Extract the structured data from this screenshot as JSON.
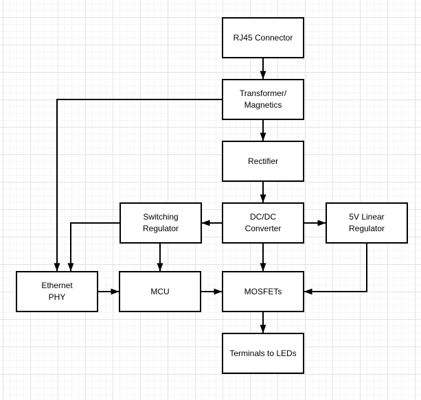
{
  "diagram": {
    "type": "flowchart",
    "blocks": {
      "rj45": {
        "label": "RJ45 Connector"
      },
      "transformer": {
        "label": "Transformer/\nMagnetics"
      },
      "rectifier": {
        "label": "Rectifier"
      },
      "dcdc": {
        "label": "DC/DC\nConverter"
      },
      "switching": {
        "label": "Switching\nRegulator"
      },
      "linear5v": {
        "label": "5V Linear\nRegulator"
      },
      "phy": {
        "label": "Ethernet\nPHY"
      },
      "mcu": {
        "label": "MCU"
      },
      "mosfets": {
        "label": "MOSFETs"
      },
      "terminals": {
        "label": "Terminals to LEDs"
      }
    },
    "edges": [
      {
        "from": "rj45",
        "to": "transformer"
      },
      {
        "from": "transformer",
        "to": "rectifier"
      },
      {
        "from": "rectifier",
        "to": "dcdc"
      },
      {
        "from": "dcdc",
        "to": "switching"
      },
      {
        "from": "dcdc",
        "to": "linear5v"
      },
      {
        "from": "dcdc",
        "to": "mosfets"
      },
      {
        "from": "switching",
        "to": "mcu"
      },
      {
        "from": "switching",
        "to": "phy"
      },
      {
        "from": "transformer",
        "to": "phy"
      },
      {
        "from": "phy",
        "to": "mcu"
      },
      {
        "from": "mcu",
        "to": "mosfets"
      },
      {
        "from": "linear5v",
        "to": "mosfets"
      },
      {
        "from": "mosfets",
        "to": "terminals"
      }
    ],
    "colors": {
      "background": "#ffffff",
      "grid_minor": "#f5f5f5",
      "grid_major": "#e2e2e2",
      "block_fill": "#ffffff",
      "block_border": "#000000",
      "connector": "#000000"
    }
  }
}
